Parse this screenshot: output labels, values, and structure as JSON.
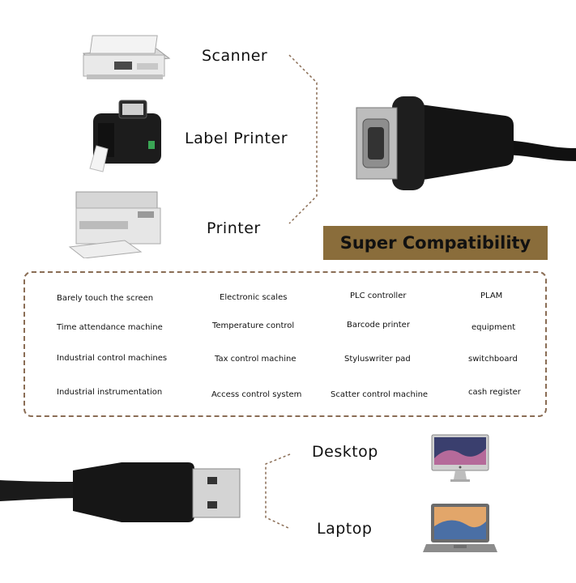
{
  "devices_top": [
    {
      "label": "Scanner",
      "icon": "scanner-icon"
    },
    {
      "label": "Label Printer",
      "icon": "label-printer-icon"
    },
    {
      "label": "Printer",
      "icon": "printer-icon"
    }
  ],
  "badge": "Super Compatibility",
  "compat_grid": [
    [
      "Barely touch the screen",
      "Electronic scales",
      "PLC controller",
      "PLAM"
    ],
    [
      "Time attendance machine",
      "Temperature control",
      "Barcode printer",
      "equipment"
    ],
    [
      "Industrial control machines",
      "Tax control machine",
      "Styluswriter pad",
      "switchboard"
    ],
    [
      "Industrial instrumentation",
      "Access control system",
      "Scatter control machine",
      "cash register"
    ]
  ],
  "devices_bottom": [
    {
      "label": "Desktop",
      "icon": "desktop-icon"
    },
    {
      "label": "Laptop",
      "icon": "laptop-icon"
    }
  ],
  "colors": {
    "accent": "#8a6d3b",
    "dash": "#8a6d55"
  }
}
